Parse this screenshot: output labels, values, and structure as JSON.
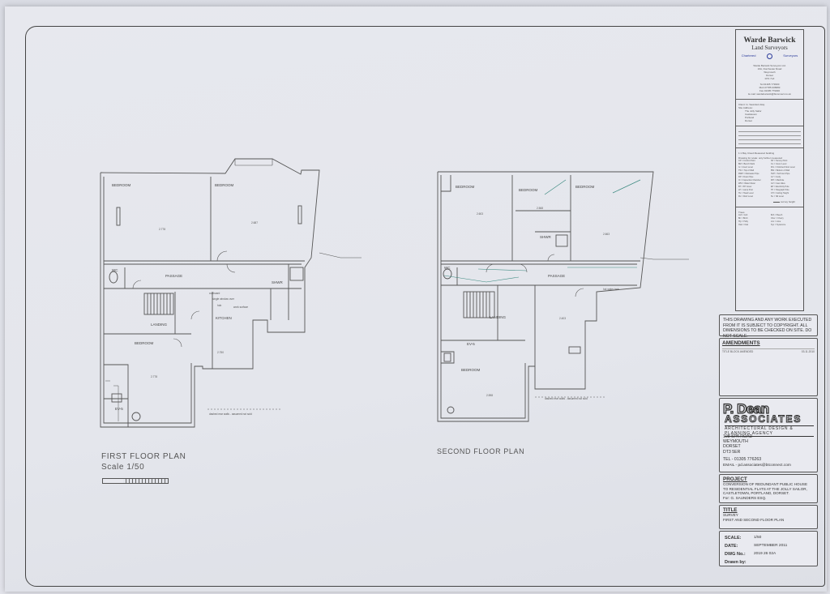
{
  "title_block": {
    "firm_name": "Warde Barwick",
    "firm_sub": "Land Surveyors",
    "services": [
      "Chartered",
      "Surveyors"
    ],
    "address_lines": [
      "Warde Barwick Surveyors Ltd.",
      "16A, Dorchester Road",
      "Weymouth",
      "Dorset",
      "DT4 7LZ"
    ],
    "phone_lines": [
      "Tel 01305 779300",
      "Mob 07785 005883",
      "Fax 01305 779300",
      "E-mail: wardebarwick@btconnect.co.uk"
    ],
    "client_label": "Client: G. Saunders Esq.",
    "site_address_label": "Site Address:",
    "site_address": [
      "The Jolly Sailor",
      "Castletown",
      "Portland",
      "Dorset"
    ],
    "survey_note": "1:1 Bay Cloud Measured building",
    "key_heading": "Drawing for scale: only further measured",
    "key_items": [
      "CP = Control Point",
      "SP = Survey Point",
      "BM = Bench Mark",
      "CL = Cover Level",
      "IL = Invert Level",
      "FFL = Finished Floor Level",
      "TW = Top of Wall",
      "BW = Bottom of Wall",
      "RWP = Rainwater Pipe",
      "SVP = Soil Vent Pipe",
      "DP = Down Pipe",
      "GY = Gully",
      "IC = Inspection Chamber",
      "MH = Manhole",
      "WM = Water Meter",
      "GV = Gas Valve",
      "BT = BT Cover",
      "EP = Electricity Pole",
      "LP = Lamp Post",
      "TP = Telegraph Pole",
      "HL = Head Level",
      "CH = Ceiling Height",
      "RL = Roof Level",
      "SL = Sill Level"
    ],
    "legend_note": "survey height",
    "trees_heading": "Trees",
    "tree_items": [
      "Ash = Ash",
      "Bch = Beech",
      "Bir = Birch",
      "Cher = Cherry",
      "Hly = Holly",
      "Lim = Lime",
      "Oak = Oak",
      "Syc = Sycamore"
    ]
  },
  "notice": "THIS DRAWING AND ANY WORK EXECUTED FROM IT IS SUBJECT TO COPYRIGHT. ALL DIMENSIONS TO BE CHECKED ON SITE. DO NOT SCALE.",
  "amendments": {
    "heading": "AMENDMENTS",
    "rows": [
      {
        "text": "TITLE BLOCK AMENDED",
        "date": "03.11.2010"
      }
    ]
  },
  "associates": {
    "logo_top": "P. Dean",
    "logo_mid": "ASSOCIATES",
    "logo_tag": "ARCHITECTURAL DESIGN & PLANNING AGENCY",
    "address": [
      "108 SPA ROAD",
      "WEYMOUTH",
      "DORSET",
      "DT3 5ER"
    ],
    "tel": "TEL - 01305 776263",
    "email": "EMAIL - pd.associates@btconnect.com"
  },
  "project": {
    "heading": "PROJECT",
    "lines": [
      "CONVERSION OF REDUNDANT PUBLIC HOUSE",
      "TO RESIDENTIAL FLATS AT THE JOLLY SAILOR,",
      "CASTLETOWN, PORTLAND, DORSET.",
      "For: G. SAUNDERS ESQ."
    ]
  },
  "drawing_title": {
    "heading": "TITLE",
    "lines": [
      "SURVEY",
      "FIRST AND SECOND FLOOR PLAN"
    ]
  },
  "meta": {
    "scale_label": "SCALE:",
    "scale": "1/50",
    "date_label": "DATE:",
    "date": "SEPTEMBER 2011",
    "dwg_label": "DWG No.:",
    "dwg": "2019 26 02A",
    "drawn_label": "Drawn by:",
    "drawn": ""
  },
  "first_floor": {
    "title": "FIRST FLOOR PLAN",
    "scale": "Scale 1/50",
    "rooms": [
      "BEDROOM",
      "BEDROOM",
      "WC",
      "PASSAGE",
      "SHWR",
      "LANDING",
      "KITCHEN",
      "BEDROOM",
      "EV-5"
    ],
    "notes": [
      "cupboard",
      "work surface",
      "single window over",
      "hob",
      "dashed rear walls - assumed not sold"
    ],
    "areas": [
      "2.778",
      "2.687",
      "2.750",
      "2.778"
    ]
  },
  "second_floor": {
    "title": "SECOND FLOOR PLAN",
    "rooms": [
      "BEDROOM",
      "BEDROOM",
      "BEDROOM",
      "SHWR",
      "WC",
      "PASSAGE",
      "LANDING",
      "BEDROOM",
      "EV-5"
    ],
    "notes": [
      "hot water tank",
      "dashed rear walls - assumed not sold"
    ],
    "areas": [
      "2.603",
      "2.568",
      "2.663",
      "2.403",
      "2.598"
    ]
  }
}
